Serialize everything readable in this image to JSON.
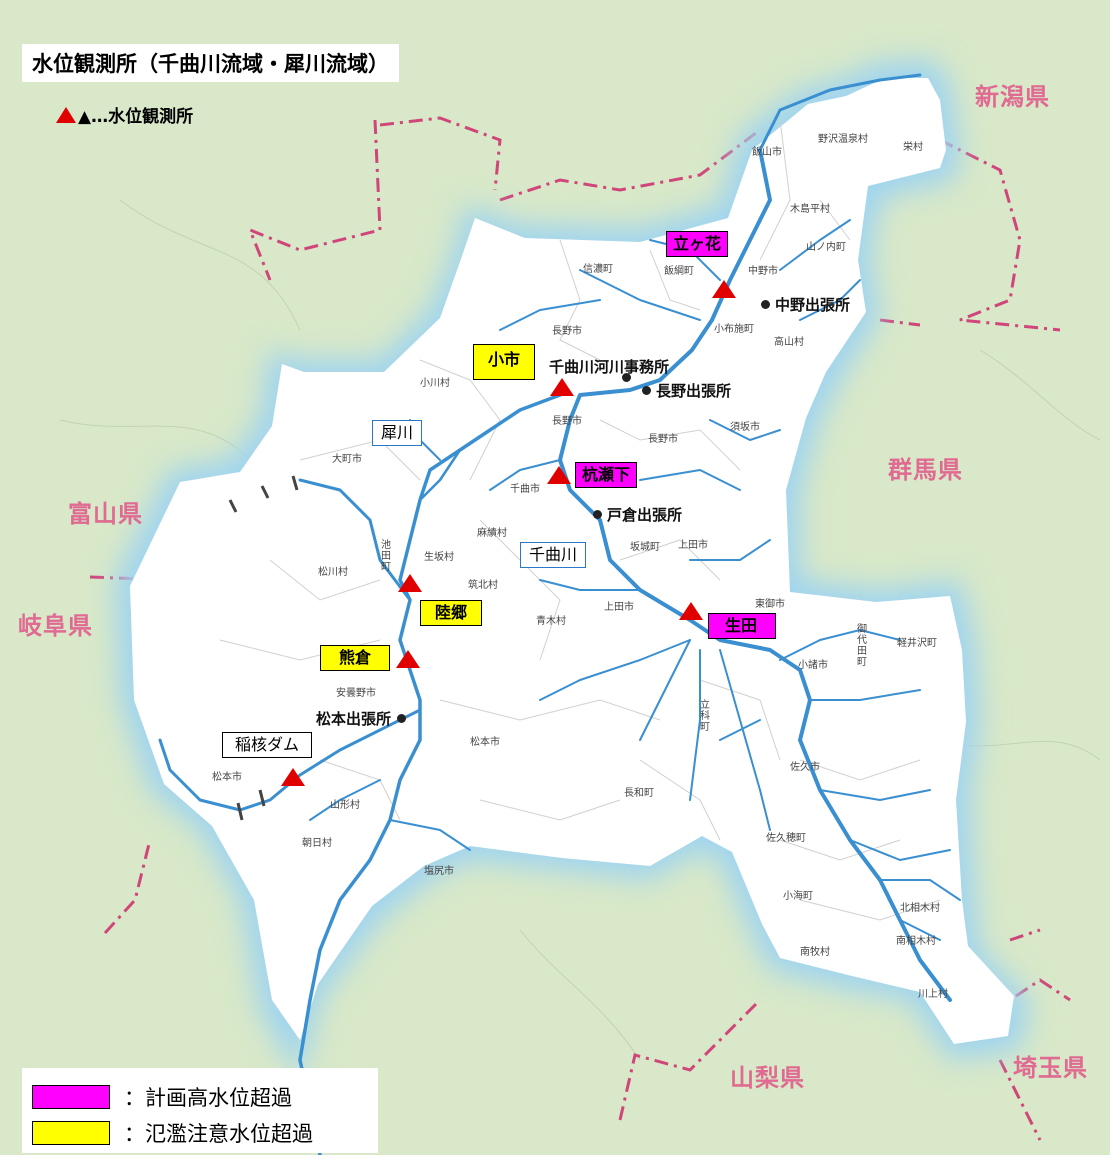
{
  "title": "水位観測所（千曲川流域・犀川流域）",
  "legend_marker": "▲…水位観測所",
  "colors": {
    "planned_high": "#ff00ff",
    "flood_warning": "#ffff00",
    "river": "#3a8fd0",
    "basin_fill": "#ffffff",
    "basin_glow": "#9fd4f0",
    "background": "#d8e8c8",
    "prefecture_border": "#d0457a",
    "marker": "#e00000"
  },
  "stations": {
    "tategahana": "立ヶ花",
    "oichi": "小市",
    "kuiseshita": "杭瀬下",
    "ikuta": "生田",
    "rikugo": "陸郷",
    "kumakura": "熊倉",
    "inekoki_dam": "稲核ダム"
  },
  "rivers": {
    "saigawa": "犀川",
    "chikumagawa": "千曲川"
  },
  "offices": {
    "nakano": "中野出張所",
    "jimusho": "千曲川河川事務所",
    "nagano": "長野出張所",
    "tokura": "戸倉出張所",
    "matsumoto": "松本出張所"
  },
  "prefectures": {
    "niigata": "新潟県",
    "gunma": "群馬県",
    "toyama": "富山県",
    "gifu": "岐阜県",
    "yamanashi": "山梨県",
    "saitama": "埼玉県"
  },
  "municipalities": {
    "iiyama": "飯山市",
    "nozawa": "野沢温泉村",
    "sakae": "栄村",
    "kijimadaira": "木島平村",
    "yamanouchi": "山ノ内町",
    "shinano": "信濃町",
    "iizuna": "飯綱町",
    "nakano_city": "中野市",
    "obuse": "小布施町",
    "takayama": "高山村",
    "nagano_city_n": "長野市",
    "ogawa": "小川村",
    "nagano_city_c": "長野市",
    "nagano_city_s": "長野市",
    "suzaka": "須坂市",
    "omachi": "大町市",
    "chikuma": "千曲市",
    "omi": "麻績村",
    "ikusaka": "生坂村",
    "ikeda": "池田町",
    "matsukawa": "松川村",
    "chikuhoku": "筑北村",
    "sakaki": "坂城町",
    "ueda_n": "上田市",
    "aoki": "青木村",
    "ueda_s": "上田市",
    "tomi": "東御市",
    "miyota": "御代田町",
    "karuizawa": "軽井沢町",
    "komoro": "小諸市",
    "azumino": "安曇野市",
    "matsumoto_c": "松本市",
    "tateshina": "立科町",
    "saku": "佐久市",
    "matsumoto_w": "松本市",
    "yamagata": "山形村",
    "asahi": "朝日村",
    "nagawa": "長和町",
    "sakuho": "佐久穂町",
    "shiojiri": "塩尻市",
    "koumi": "小海町",
    "kitaaiki": "北相木村",
    "minamiaiki": "南相木村",
    "minamimaki": "南牧村",
    "kawakami": "川上村"
  },
  "legend": {
    "planned_high_label": "：計画高水位超過",
    "flood_warning_label": "：氾濫注意水位超過"
  }
}
